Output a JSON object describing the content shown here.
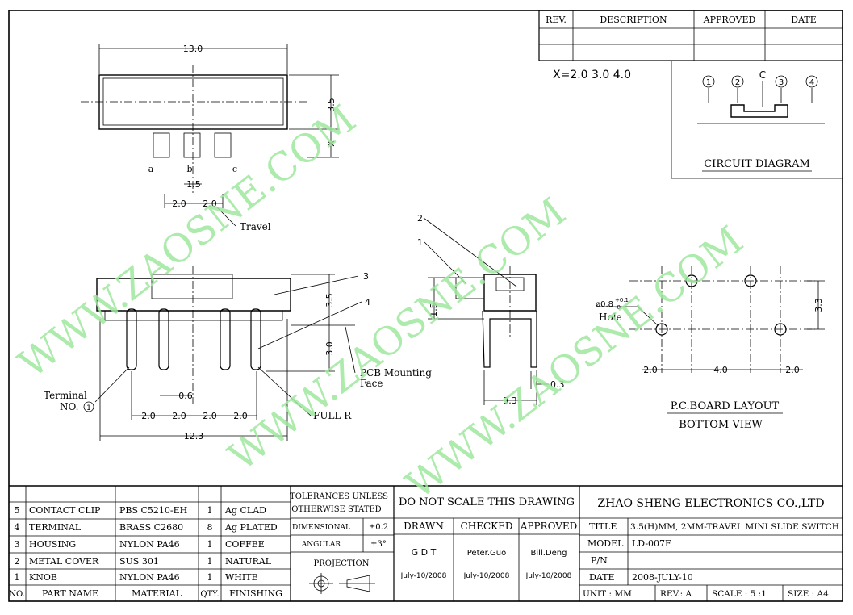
{
  "revision_block": {
    "headers": [
      "REV.",
      "DESCRIPTION",
      "APPROVED",
      "DATE"
    ]
  },
  "x_options": "X=2.0  3.0  4.0",
  "circuit": {
    "pins": [
      "1",
      "2",
      "3",
      "4"
    ],
    "common": "C",
    "title": "CIRCUIT DIAGRAM"
  },
  "top_view": {
    "width": "13.0",
    "height": "3.5",
    "x": "X",
    "pins": [
      "a",
      "b",
      "c"
    ],
    "pitch": "1.5",
    "travel_left": "2.0",
    "travel_right": "2.0",
    "travel_label": "Travel"
  },
  "front_view": {
    "callout_3": "3",
    "callout_4": "4",
    "height": "3.5",
    "pin_len": "3.0",
    "pcb_label": "PCB Mounting",
    "pcb_label2": "Face",
    "pin_width": "0.6",
    "pitches": [
      "2.0",
      "2.0",
      "2.0",
      "2.0"
    ],
    "total": "12.3",
    "terminal_label": "Terminal",
    "terminal_no": "NO.",
    "terminal_num": "1",
    "full_r": "FULL R"
  },
  "side_view": {
    "callout_1": "1",
    "callout_2": "2",
    "knob_h": "1.5",
    "width": "3.3",
    "thickness": "0.3"
  },
  "pcb_layout": {
    "hole_dia": "ø0.8",
    "tol_plus": "+0.1",
    "tol_minus": "-0",
    "hole_label": "Hole",
    "height": "3.3",
    "dims": [
      "2.0",
      "4.0",
      "2.0"
    ],
    "title": "P.C.BOARD LAYOUT",
    "subtitle": "BOTTOM VIEW"
  },
  "bom": {
    "rows": [
      {
        "no": "5",
        "part": "CONTACT CLIP",
        "material": "PBS C5210-EH",
        "qty": "1",
        "finish": "Ag CLAD"
      },
      {
        "no": "4",
        "part": "TERMINAL",
        "material": "BRASS C2680",
        "qty": "8",
        "finish": "Ag PLATED"
      },
      {
        "no": "3",
        "part": "HOUSING",
        "material": "NYLON PA46",
        "qty": "1",
        "finish": "COFFEE"
      },
      {
        "no": "2",
        "part": "METAL COVER",
        "material": "SUS 301",
        "qty": "1",
        "finish": "NATURAL"
      },
      {
        "no": "1",
        "part": "KNOB",
        "material": "NYLON PA46",
        "qty": "1",
        "finish": "WHITE"
      }
    ],
    "headers": {
      "no": "NO.",
      "part": "PART NAME",
      "material": "MATERIAL",
      "qty": "QTY.",
      "finish": "FINISHING"
    }
  },
  "tolerances": {
    "title1": "TOLERANCES UNLESS",
    "title2": "OTHERWISE STATED",
    "dimensional": "DIMENSIONAL",
    "dim_val": "±0.2",
    "angular": "ANGULAR",
    "ang_val": "±3°",
    "projection": "PROJECTION"
  },
  "approval": {
    "note": "DO NOT SCALE THIS DRAWING",
    "drawn_label": "DRAWN",
    "checked_label": "CHECKED",
    "approved_label": "APPROVED",
    "drawn": "G D T",
    "checked": "Peter.Guo",
    "approved": "Bill.Deng",
    "drawn_date": "July-10/2008",
    "checked_date": "July-10/2008",
    "approved_date": "July-10/2008"
  },
  "title_block": {
    "company": "ZHAO SHENG ELECTRONICS CO.,LTD",
    "title_label": "TITLE",
    "title": "3.5(H)MM, 2MM-TRAVEL MINI SLIDE SWITCH",
    "model_label": "MODEL",
    "model": "LD-007F",
    "pn_label": "P/N",
    "pn": "",
    "date_label": "DATE",
    "date": "2008-JULY-10",
    "unit": "UNIT : MM",
    "rev": "REV.: A",
    "scale": "SCALE : 5 :1",
    "size": "SIZE : A4"
  },
  "watermark": [
    "WWW.ZAOSNE.COM",
    "WWW.ZAOSNE.COM",
    "WWW.ZAOSNE.COM"
  ]
}
